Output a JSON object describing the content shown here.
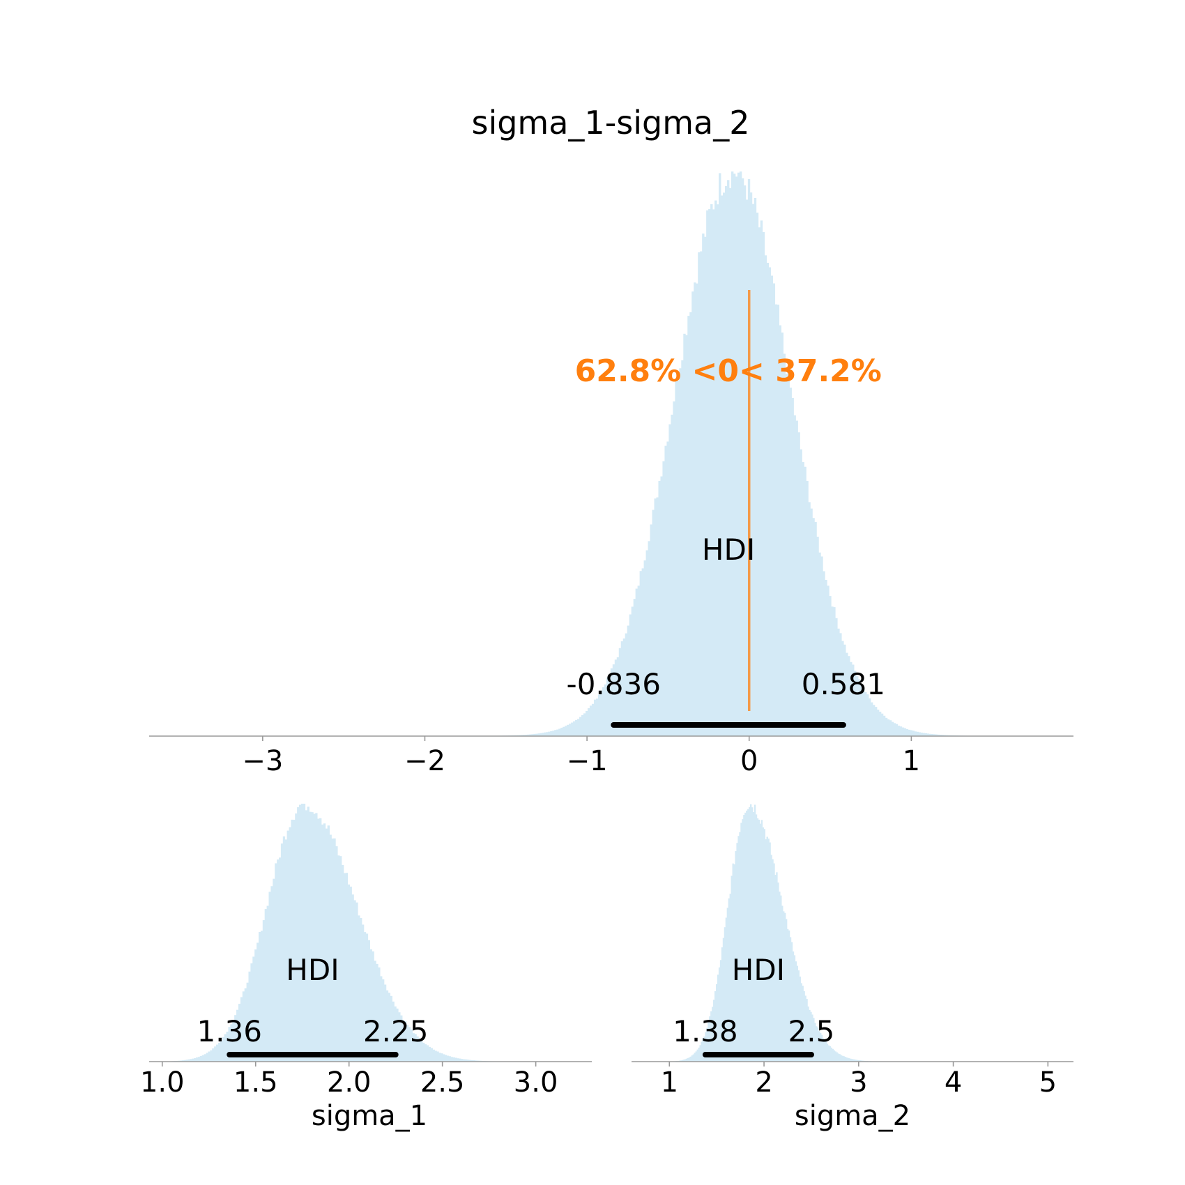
{
  "chart_data": [
    {
      "type": "histogram",
      "title": "sigma_1-sigma_2",
      "xlabel": "",
      "xlim": [
        -3.7,
        2.0
      ],
      "xticks": [
        -3,
        -2,
        -1,
        0,
        1
      ],
      "xtick_labels": [
        "−3",
        "−2",
        "−1",
        "0",
        "1"
      ],
      "grid": false,
      "distribution": {
        "mode": -0.1,
        "spread": 0.36,
        "min": -2.1,
        "max": 1.75
      },
      "hdi": {
        "label": "HDI",
        "lower": -0.836,
        "upper": 0.581,
        "lower_label": "-0.836",
        "upper_label": "0.581"
      },
      "reference": {
        "value": 0,
        "text": "62.8% <0< 37.2%",
        "below_pct": 62.8,
        "above_pct": 37.2
      }
    },
    {
      "type": "histogram",
      "title": "",
      "xlabel": "sigma_1",
      "xlim": [
        0.93,
        3.3
      ],
      "xticks": [
        1.0,
        1.5,
        2.0,
        2.5,
        3.0
      ],
      "xtick_labels": [
        "1.0",
        "1.5",
        "2.0",
        "2.5",
        "3.0"
      ],
      "grid": false,
      "distribution": {
        "mode": 1.76,
        "left_spread": 0.2,
        "right_spread": 0.28,
        "min": 1.05,
        "max": 3.0
      },
      "hdi": {
        "label": "HDI",
        "lower": 1.36,
        "upper": 2.25,
        "lower_label": "1.36",
        "upper_label": "2.25"
      }
    },
    {
      "type": "histogram",
      "title": "",
      "xlabel": "sigma_2",
      "xlim": [
        0.6,
        5.27
      ],
      "xticks": [
        1,
        2,
        3,
        4,
        5
      ],
      "xtick_labels": [
        "1",
        "2",
        "3",
        "4",
        "5"
      ],
      "grid": false,
      "distribution": {
        "mode": 1.84,
        "left_spread": 0.22,
        "right_spread": 0.36,
        "min": 1.0,
        "max": 3.6
      },
      "hdi": {
        "label": "HDI",
        "lower": 1.38,
        "upper": 2.5,
        "lower_label": "1.38",
        "upper_label": "2.5"
      }
    }
  ],
  "colors": {
    "bars": "#d4eaf6",
    "hdi": "#000000",
    "reference": "#ff7f0e",
    "axis": "#999999"
  }
}
